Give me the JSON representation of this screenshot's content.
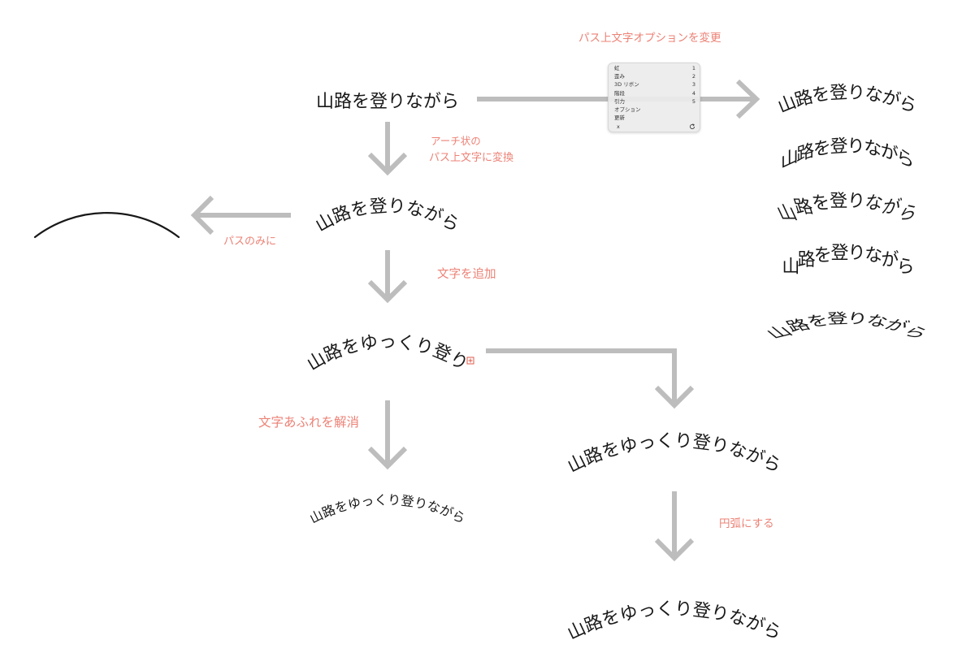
{
  "annotations": {
    "change_path_text_options": "パス上文字オプションを変更",
    "convert_to_arch": [
      "アーチ状の",
      "パス上文字に変換"
    ],
    "path_only": "パスのみに",
    "add_text": "文字を追加",
    "resolve_overflow": "文字あふれを解消",
    "make_circular_arc": "円弧にする"
  },
  "texts": {
    "original": "山路を登りながら",
    "arched": "山路を登りながら",
    "added_overflowing": "山路をゆっくり登り",
    "overflow_resolved": "山路をゆっくり登りながら",
    "widened_arch": "山路をゆっくり登りながら",
    "circular_arc": "山路をゆっくり登りながら"
  },
  "effect_results": [
    "山路を登りながら",
    "山路を登りながら",
    "山路を登りながら",
    "山路を登りながら",
    "山路を登りながら"
  ],
  "options_panel": {
    "effects": [
      {
        "label": "虹",
        "key": "1"
      },
      {
        "label": "歪み",
        "key": "2"
      },
      {
        "label": "3D リボン",
        "key": "3"
      },
      {
        "label": "階段",
        "key": "4"
      },
      {
        "label": "引力",
        "key": "5"
      }
    ],
    "options_label": "オプション",
    "update_label": "更新",
    "close_label": "x",
    "reset_icon": "reset-icon"
  },
  "icons": {
    "overflow_marker": "text-overflow-icon"
  },
  "colors": {
    "annotation": "#ec8276",
    "arrow": "#bdbdbd",
    "text": "#181818",
    "path": "#181818",
    "panel_background": "#ececec",
    "overflow_marker": "#e0584a"
  }
}
